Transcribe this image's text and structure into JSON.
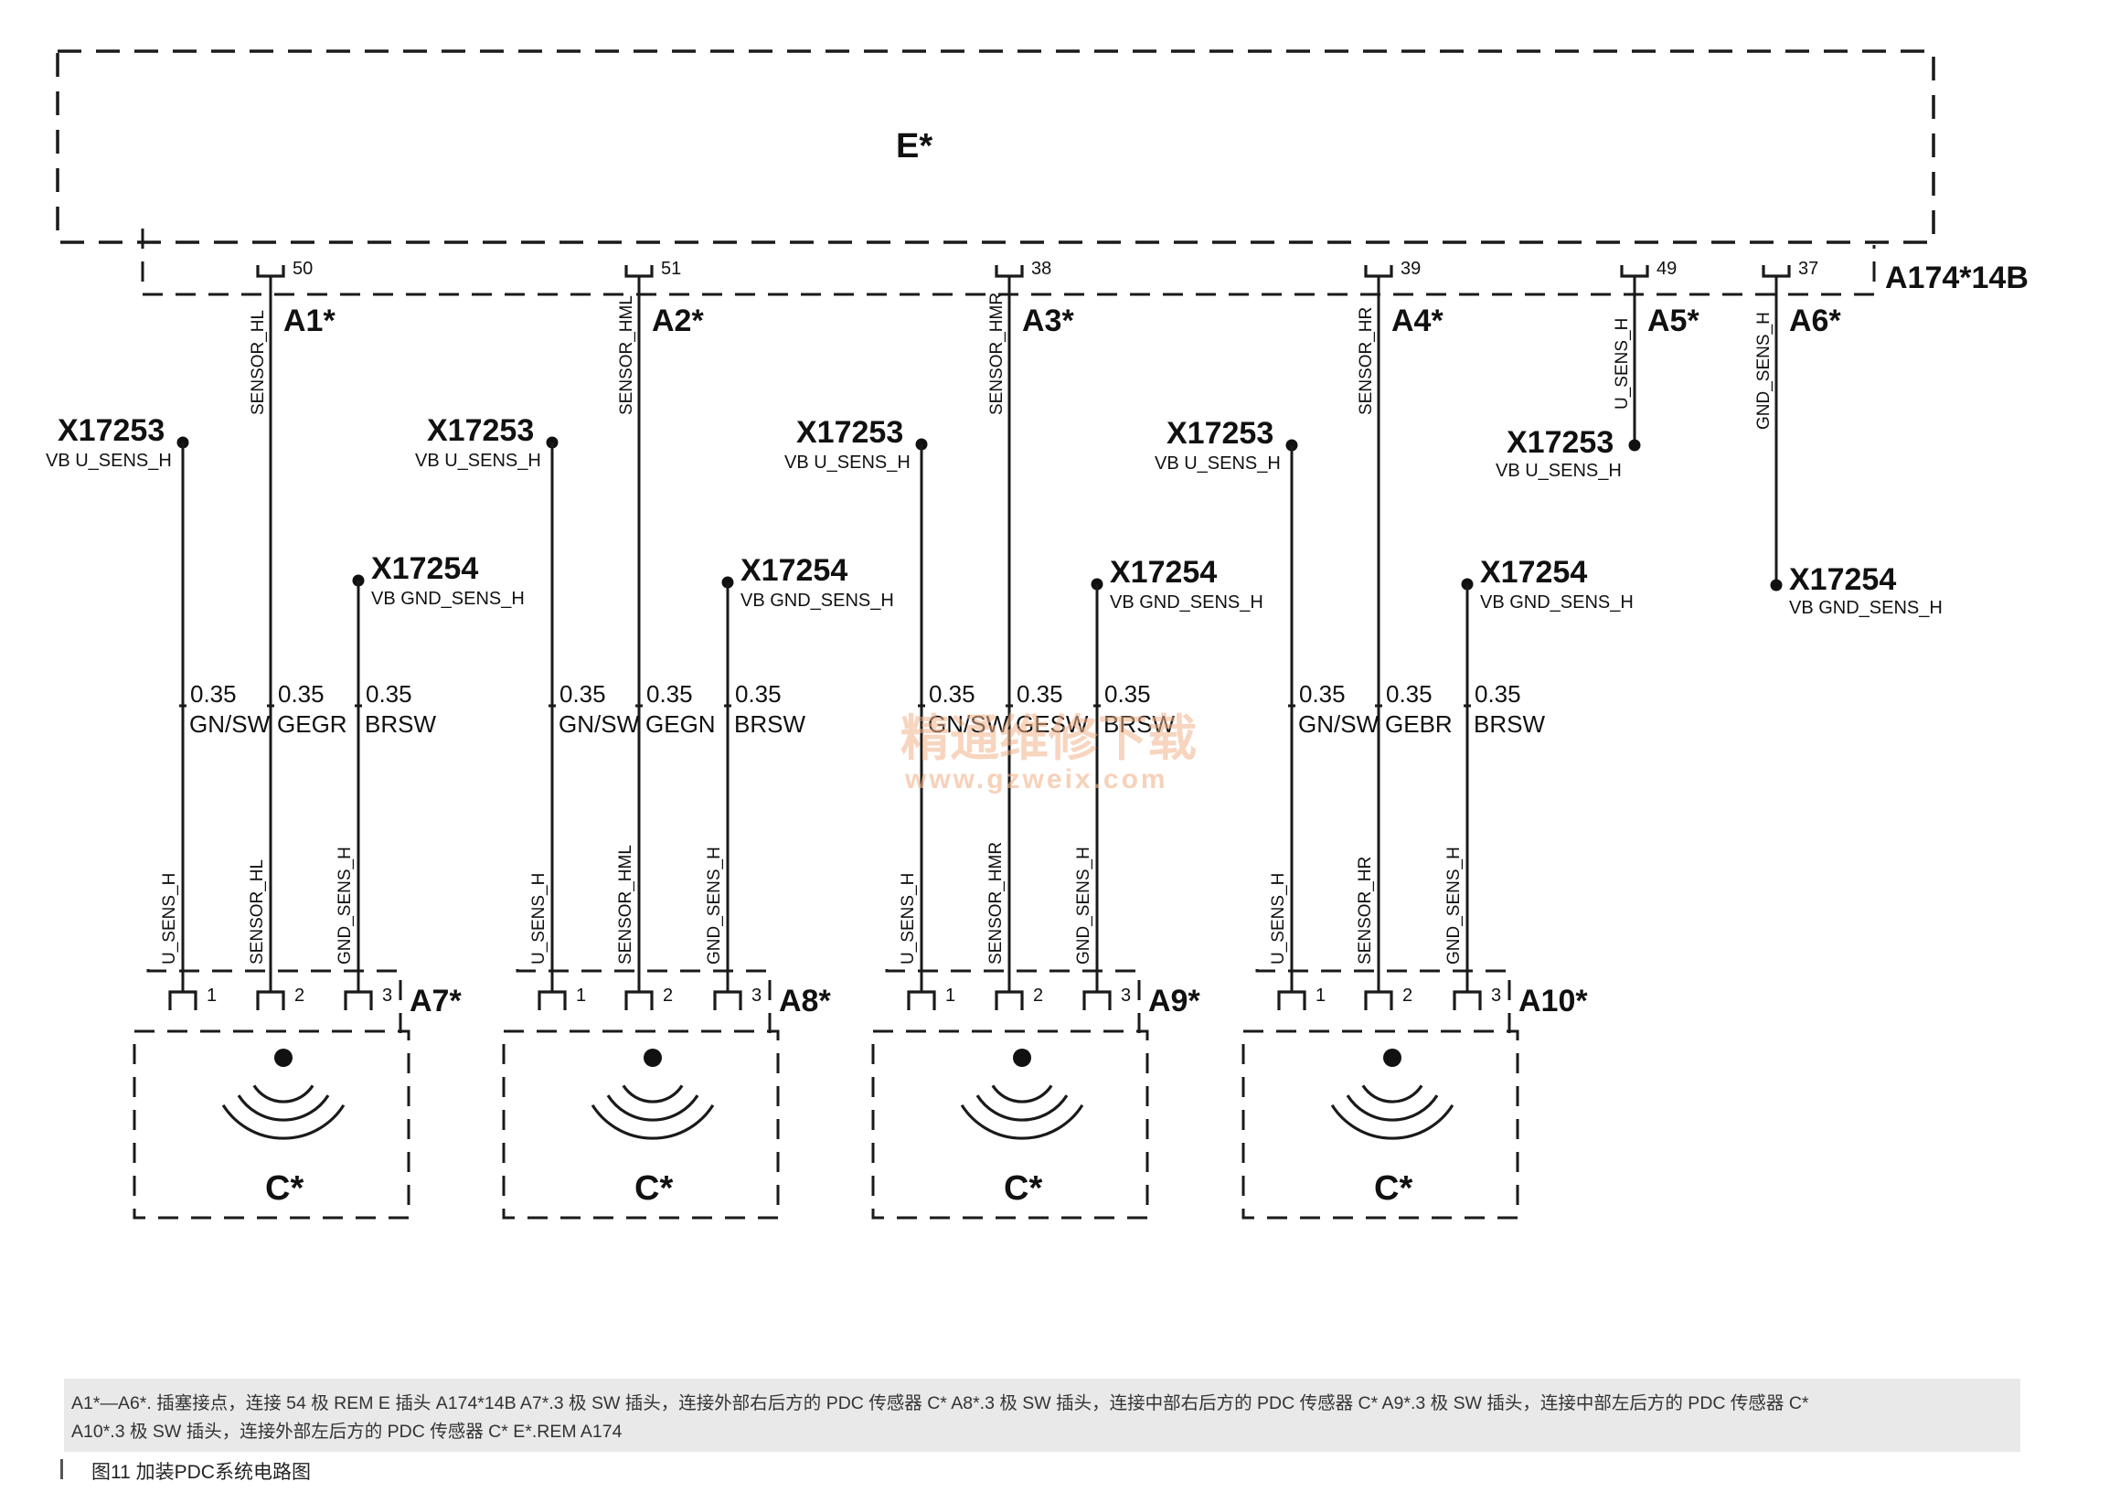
{
  "module": {
    "label": "E*"
  },
  "connector": {
    "label": "A174*14B"
  },
  "top_pins": [
    {
      "id": "A1*",
      "pin": "50",
      "signal": "SENSOR_HL"
    },
    {
      "id": "A2*",
      "pin": "51",
      "signal": "SENSOR_HML"
    },
    {
      "id": "A3*",
      "pin": "38",
      "signal": "SENSOR_HMR"
    },
    {
      "id": "A4*",
      "pin": "39",
      "signal": "SENSOR_HR"
    },
    {
      "id": "A5*",
      "pin": "49",
      "signal": "U_SENS_H"
    },
    {
      "id": "A6*",
      "pin": "37",
      "signal": "GND_SENS_H"
    }
  ],
  "splice_u": {
    "id": "X17253",
    "sub": "VB U_SENS_H"
  },
  "splice_gnd": {
    "id": "X17254",
    "sub": "VB GND_SENS_H"
  },
  "wire_gauge": "0.35",
  "sensor_groups": [
    {
      "connector": "A7*",
      "sensor": "C*",
      "colors": [
        "GN/SW",
        "GEGR",
        "BRSW"
      ],
      "signals": [
        "U_SENS_H",
        "SENSOR_HL",
        "GND_SENS_H"
      ],
      "pins": [
        "1",
        "2",
        "3"
      ]
    },
    {
      "connector": "A8*",
      "sensor": "C*",
      "colors": [
        "GN/SW",
        "GEGN",
        "BRSW"
      ],
      "signals": [
        "U_SENS_H",
        "SENSOR_HML",
        "GND_SENS_H"
      ],
      "pins": [
        "1",
        "2",
        "3"
      ]
    },
    {
      "connector": "A9*",
      "sensor": "C*",
      "colors": [
        "GN/SW",
        "GESW",
        "BRSW"
      ],
      "signals": [
        "U_SENS_H",
        "SENSOR_HMR",
        "GND_SENS_H"
      ],
      "pins": [
        "1",
        "2",
        "3"
      ]
    },
    {
      "connector": "A10*",
      "sensor": "C*",
      "colors": [
        "GN/SW",
        "GEBR",
        "BRSW"
      ],
      "signals": [
        "U_SENS_H",
        "SENSOR_HR",
        "GND_SENS_H"
      ],
      "pins": [
        "1",
        "2",
        "3"
      ]
    }
  ],
  "watermark": {
    "text": "精通维修下载",
    "url": "www.gzweix.com"
  },
  "caption": {
    "line1": "A1*—A6*. 插塞接点，连接 54 极 REM  E 插头 A174*14B   A7*.3 极 SW 插头，连接外部右后方的 PDC 传感器 C*   A8*.3 极 SW 插头，连接中部右后方的 PDC 传感器 C*   A9*.3 极 SW 插头，连接中部左后方的 PDC 传感器 C*",
    "line2": "A10*.3 极 SW 插头，连接外部左后方的 PDC 传感器 C*  E*.REM  A174"
  },
  "figure_title": "图11    加装PDC系统电路图"
}
